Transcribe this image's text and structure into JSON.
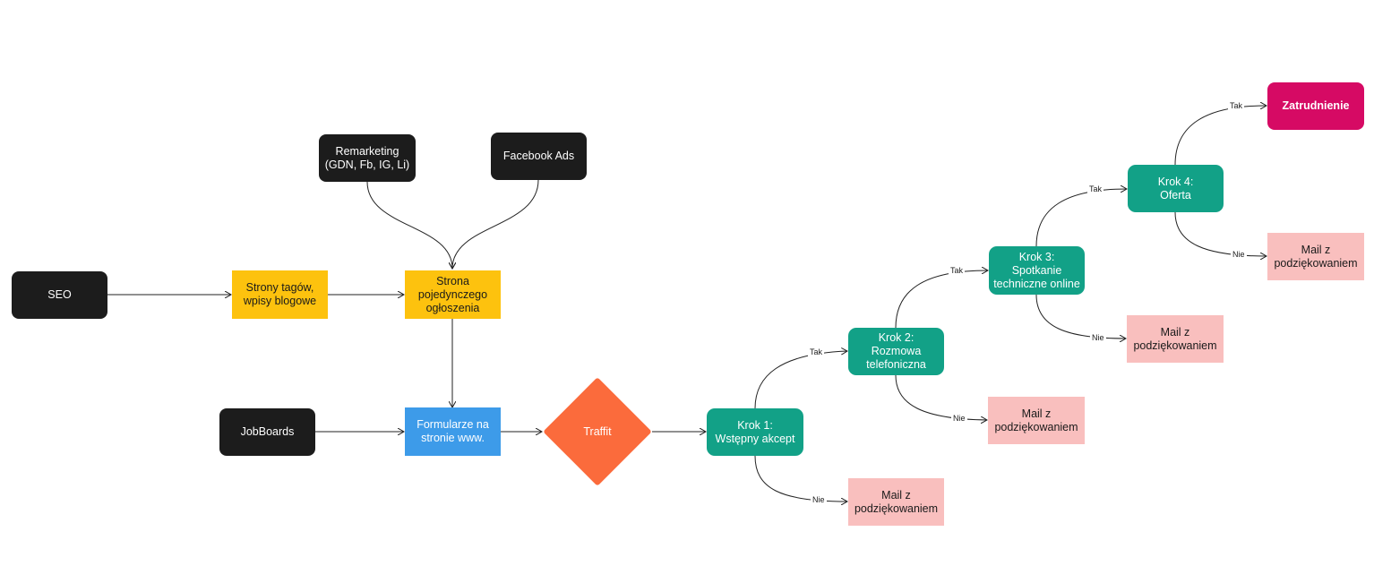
{
  "diagram": {
    "nodes": {
      "seo": "SEO",
      "strony_tagow": "Strony tagów,\nwpisy blogowe",
      "strona_ogloszenia": "Strona\npojedynczego\nogłoszenia",
      "remarketing": "Remarketing\n(GDN, Fb, IG, Li)",
      "facebook_ads": "Facebook Ads",
      "jobboards": "JobBoards",
      "formularze": "Formularze na\nstronie www.",
      "traffit": "Traffit",
      "krok1": "Krok 1:\nWstępny akcept",
      "krok2": "Krok 2:\nRozmowa\ntelefoniczna",
      "krok3": "Krok 3:\nSpotkanie\ntechniczne online",
      "krok4": "Krok 4:\nOferta",
      "zatrudnienie": "Zatrudnienie",
      "mail1": "Mail z\npodziękowaniem",
      "mail2": "Mail z\npodziękowaniem",
      "mail3": "Mail z\npodziękowaniem",
      "mail4": "Mail z\npodziękowaniem"
    },
    "edge_labels": {
      "tak1": "Tak",
      "nie1": "Nie",
      "tak2": "Tak",
      "nie2": "Nie",
      "tak3": "Tak",
      "nie3": "Nie",
      "tak4": "Tak",
      "nie4": "Nie"
    },
    "colors": {
      "source": "#1c1c1c",
      "content_page": "#fdc20e",
      "form": "#3d9be9",
      "ats": "#fb6b3c",
      "step": "#12a187",
      "rejection_mail": "#f9bfbe",
      "hire": "#d60a64"
    }
  }
}
